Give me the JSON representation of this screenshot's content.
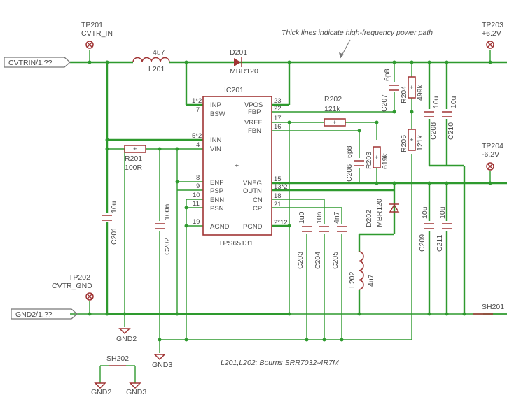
{
  "note_top": "Thick lines indicate high-frequency power path",
  "note_bottom": "L201,L202: Bourns SRR7032-4R7M",
  "ports": {
    "cvtrin": "CVTRIN/1.??",
    "gnd2": "GND2/1.??"
  },
  "testpoints": [
    {
      "ref": "TP201",
      "net": "CVTR_IN"
    },
    {
      "ref": "TP202",
      "net": "CVTR_GND"
    },
    {
      "ref": "TP203",
      "net": "+6.2V"
    },
    {
      "ref": "TP204",
      "net": "-6.2V"
    }
  ],
  "ic": {
    "ref": "IC201",
    "part": "TPS65131",
    "left_pins": [
      {
        "name": "INP",
        "num": "1*2"
      },
      {
        "name": "BSW",
        "num": "7"
      },
      {
        "name": "INN",
        "num": "5*2"
      },
      {
        "name": "VIN",
        "num": "4"
      },
      {
        "name": "ENP",
        "num": "8"
      },
      {
        "name": "PSP",
        "num": "9"
      },
      {
        "name": "ENN",
        "num": "10"
      },
      {
        "name": "PSN",
        "num": "11"
      },
      {
        "name": "AGND",
        "num": "19"
      }
    ],
    "right_pins": [
      {
        "name": "VPOS",
        "num": "23"
      },
      {
        "name": "FBP",
        "num": "22"
      },
      {
        "name": "VREF",
        "num": "17"
      },
      {
        "name": "FBN",
        "num": "16"
      },
      {
        "name": "VNEG",
        "num": "15"
      },
      {
        "name": "OUTN",
        "num": "13*2"
      },
      {
        "name": "CN",
        "num": "18"
      },
      {
        "name": "CP",
        "num": "21"
      },
      {
        "name": "PGND",
        "num": "2*12"
      }
    ]
  },
  "components": {
    "L201": {
      "ref": "L201",
      "value": "4u7"
    },
    "L202": {
      "ref": "L202",
      "value": "4u7"
    },
    "D201": {
      "ref": "D201",
      "value": "MBR120"
    },
    "D202": {
      "ref": "D202",
      "value": "MBR120"
    },
    "R201": {
      "ref": "R201",
      "value": "100R"
    },
    "R202": {
      "ref": "R202",
      "value": "121k"
    },
    "R203": {
      "ref": "R203",
      "value": "619k"
    },
    "R204": {
      "ref": "R204",
      "value": "499k"
    },
    "R205": {
      "ref": "R205",
      "value": "121k"
    },
    "C201": {
      "ref": "C201",
      "value": "10u"
    },
    "C202": {
      "ref": "C202",
      "value": "100n"
    },
    "C203": {
      "ref": "C203",
      "value": "1u0"
    },
    "C204": {
      "ref": "C204",
      "value": "10n"
    },
    "C205": {
      "ref": "C205",
      "value": "4n7"
    },
    "C206": {
      "ref": "C206",
      "value": "6p8"
    },
    "C207": {
      "ref": "C207",
      "value": "6p8"
    },
    "C208": {
      "ref": "C208",
      "value": "10u"
    },
    "C209": {
      "ref": "C209",
      "value": "10u"
    },
    "C210": {
      "ref": "C210",
      "value": "10u"
    },
    "C211": {
      "ref": "C211",
      "value": "10u"
    }
  },
  "grounds": [
    "GND2",
    "GND3",
    "GND2",
    "GND3"
  ],
  "shunts": [
    "SH201",
    "SH202"
  ]
}
